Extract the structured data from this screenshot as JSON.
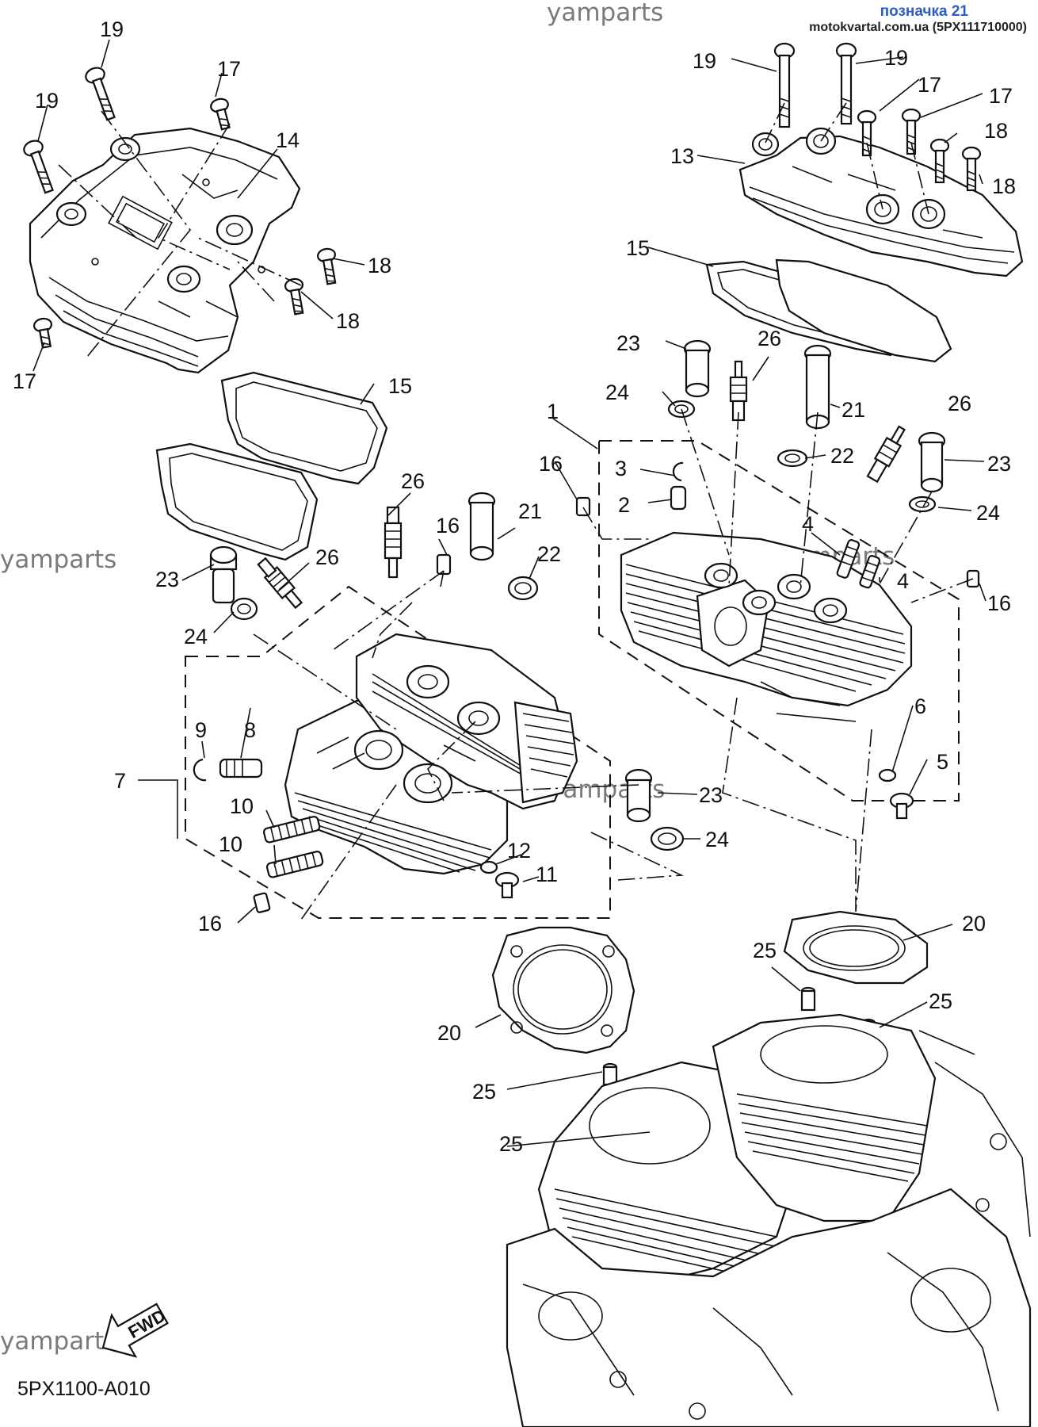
{
  "header": {
    "title": "позначка 21",
    "site": "motokvartal.com.ua (5PX111710000)"
  },
  "watermarks": [
    "yamparts",
    "yamparts",
    "yamparts",
    "yamparts",
    "yamparts",
    "yamparts"
  ],
  "fwd_label": "FWD",
  "diagram_code": "5PX1100-A010",
  "callouts": [
    "19",
    "17",
    "19",
    "14",
    "18",
    "18",
    "17",
    "15",
    "23",
    "26",
    "24",
    "26",
    "16",
    "21",
    "22",
    "7",
    "9",
    "8",
    "10",
    "10",
    "16",
    "12",
    "11",
    "23",
    "24",
    "20",
    "25",
    "25",
    "20",
    "25",
    "25",
    "19",
    "19",
    "17",
    "17",
    "13",
    "18",
    "18",
    "15",
    "23",
    "26",
    "21",
    "24",
    "1",
    "3",
    "16",
    "2",
    "22",
    "26",
    "23",
    "24",
    "4",
    "4",
    "16",
    "6",
    "5"
  ]
}
